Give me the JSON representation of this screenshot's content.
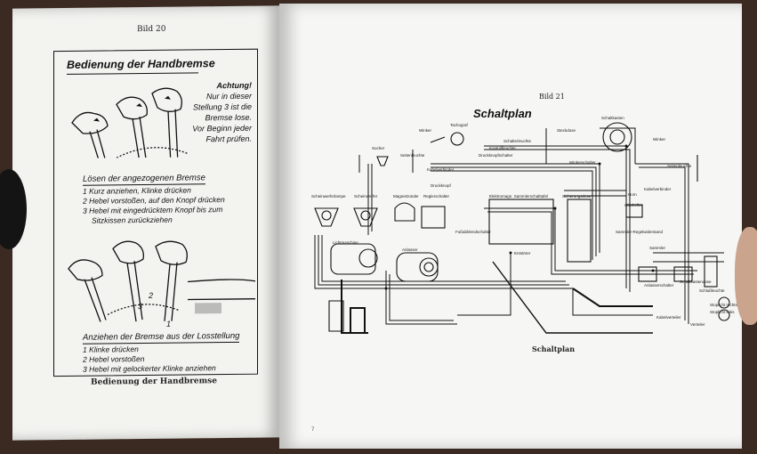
{
  "left_page": {
    "header": "Bild 20",
    "title": "Bedienung der Handbremse",
    "warning": {
      "line1": "Achtung!",
      "line2": "Nur in dieser",
      "line3": "Stellung 3 ist die",
      "line4": "Bremse lose.",
      "line5": "Vor Beginn jeder",
      "line6": "Fahrt prüfen."
    },
    "release": {
      "title": "Lösen der angezogenen Bremse",
      "steps": [
        "1 Kurz anziehen, Klinke drücken",
        "2 Hebel vorstoßen, auf den Knopf drücken",
        "3 Hebel mit eingedrücktem Knopf bis zum",
        "Sitzkissen zurückziehen"
      ]
    },
    "apply": {
      "title": "Anziehen der Bremse aus der Losstellung",
      "steps": [
        "1 Klinke drücken",
        "2 Hebel vorstoßen",
        "3 Hebel mit gelockerter Klinke anziehen"
      ]
    },
    "position_numbers": [
      "1",
      "2",
      "3"
    ],
    "caption": "Bedienung der Handbremse"
  },
  "right_page": {
    "header": "Bild 21",
    "title": "Schaltplan",
    "caption": "Schaltplan",
    "page_number": "7",
    "labels": {
      "winker_left": "Winker",
      "tachograf": "Tachograf",
      "steckdose": "Steckdose",
      "schaltkasten": "Schaltkasten",
      "winker_right": "Winker",
      "sucher": "Sucher",
      "seitenleuchte_left": "Seitenleuchte",
      "schalterleuchte": "Schalterleuchte",
      "kontrollleuchte": "Kontrollleuchte",
      "druckknopfschalter": "Druckknopfschalter",
      "seitenleuchte_right": "Seitenleuchte",
      "kabelverbinder_top": "Kabelverbinder",
      "winkerschalter": "Winkerschalter",
      "druckknopf": "Druckknopf",
      "kabelverbinder_right": "Kabelverbinder",
      "scheinwerferlampe": "Scheinwerferlampe",
      "scheinwerfer": "Scheinwerfer",
      "magnetzuender": "Magnetzünder",
      "reglerschalter": "Reglerschalter",
      "sammler_schalttafel": "Elektromagn. Sammlerschalttafel",
      "sicherungsdose": "Sicherungsdose",
      "horn": "Horn",
      "glaskeller": "Glaskeller",
      "lichtmaschine": "Lichtmaschine",
      "fussabblendschalter": "Fußabblendschalter",
      "sammler_regelwiderstand": "Sammler-Regelwiderstand",
      "anlasser": "Anlasser",
      "entstoerer": "Entstörer",
      "sammler": "Sammler",
      "anlasserschalter": "Anlasserschalter",
      "schaltkastendose": "Schaltkastendose",
      "schlussleuchte": "Schlußleuchte",
      "kabelverteiler": "Kabelverteiler",
      "stoplicht_rechts": "Stoplicht rechts",
      "stoplicht_links": "Stoplicht links",
      "verteiler": "Verteiler"
    }
  }
}
